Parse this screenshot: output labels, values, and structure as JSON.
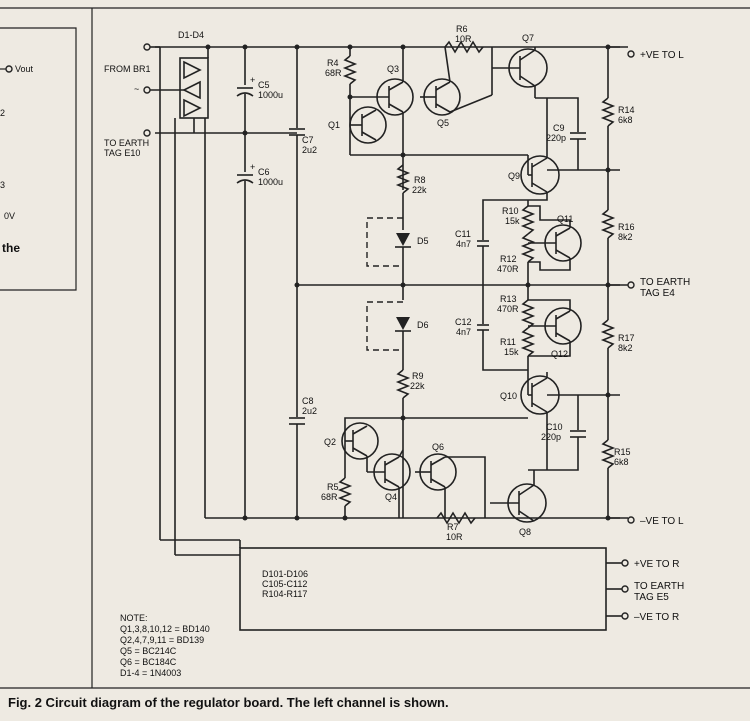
{
  "labels": {
    "d1_d4": "D1-D4",
    "from_br1": "FROM BR1",
    "minus": "~",
    "to_earth_e10_1": "TO EARTH",
    "to_earth_e10_2": "TAG E10",
    "c5": "C5",
    "c5v": "1000u",
    "c6": "C6",
    "c6v": "1000u",
    "c7": "C7",
    "c7v": "2u2",
    "c8": "C8",
    "c8v": "2u2",
    "r4": "R4",
    "r4v": "68R",
    "r5": "R5",
    "r5v": "68R",
    "r6": "R6",
    "r6v": "10R",
    "r7": "R7",
    "r7v": "10R",
    "r8": "R8",
    "r8v": "22k",
    "r9": "R9",
    "r9v": "22k",
    "r10": "R10",
    "r10v": "15k",
    "r11": "R11",
    "r11v": "15k",
    "r12": "R12",
    "r12v": "470R",
    "r13": "R13",
    "r13v": "470R",
    "r14": "R14",
    "r14v": "6k8",
    "r15": "R15",
    "r15v": "6k8",
    "r16": "R16",
    "r16v": "8k2",
    "r17": "R17",
    "r17v": "8k2",
    "c9": "C9",
    "c9v": "220p",
    "c10": "C10",
    "c10v": "220p",
    "c11": "C11",
    "c11v": "4n7",
    "c12": "C12",
    "c12v": "4n7",
    "q1": "Q1",
    "q2": "Q2",
    "q3": "Q3",
    "q4": "Q4",
    "q5": "Q5",
    "q6": "Q6",
    "q7": "Q7",
    "q8": "Q8",
    "q9": "Q9",
    "q10": "Q10",
    "q11": "Q11",
    "q12": "Q12",
    "d5": "D5",
    "d6": "D6",
    "ve_to_l_pos": "+VE TO L",
    "to_earth_e4_1": "TO EARTH",
    "to_earth_e4_2": "TAG E4",
    "ve_to_l_neg": "–VE TO L",
    "box1": "D101-D106",
    "box2": "C105-C112",
    "box3": "R104-R117",
    "ve_to_r_pos": "+VE TO R",
    "to_earth_e5_1": "TO EARTH",
    "to_earth_e5_2": "TAG E5",
    "ve_to_r_neg": "–VE TO R"
  },
  "side_panel": {
    "vout": "Vout",
    "ov": "0V",
    "the": "the",
    "n2": "2",
    "n3": "3"
  },
  "note": {
    "title": "NOTE:",
    "l1": "Q1,3,8,10,12 = BD140",
    "l2": "Q2,4,7,9,11 = BD139",
    "l3": "Q5 = BC214C",
    "l4": "Q6 = BC184C",
    "l5": "D1-4 = 1N4003"
  },
  "caption": "Fig. 2 Circuit diagram of the regulator board. The left channel is shown."
}
